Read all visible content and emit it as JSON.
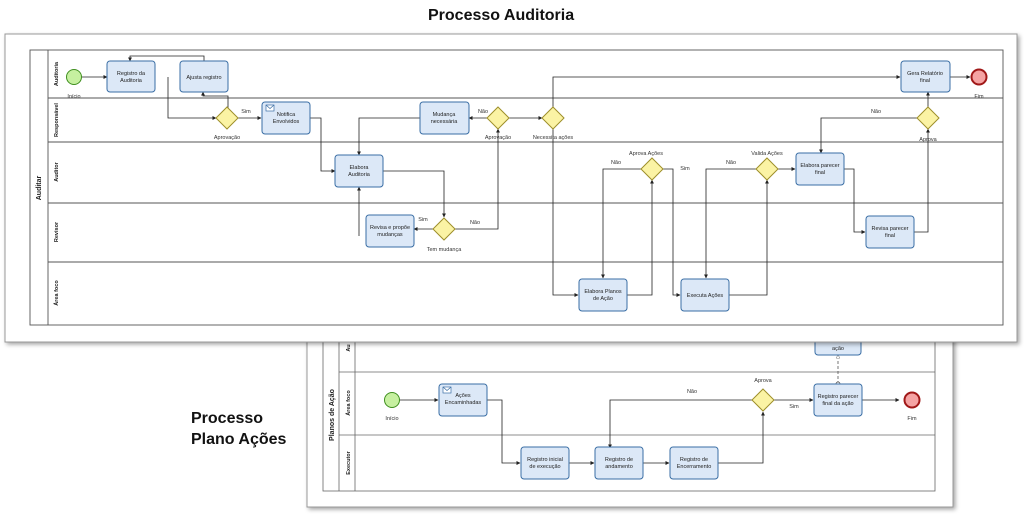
{
  "titles": {
    "audit": "Processo Auditoria",
    "plan_line1": "Processo",
    "plan_line2": "Plano Ações"
  },
  "audit_pool": {
    "name": "Auditar",
    "lanes": [
      "Auditoria",
      "Responsável",
      "Auditor",
      "Revisor",
      "Área foco"
    ],
    "tasks": {
      "registro_auditoria": [
        "Registro da",
        "Auditoria"
      ],
      "ajusta_registro": [
        "Ajusta registro"
      ],
      "notifica": [
        "Notifica",
        "Envolvidos"
      ],
      "mudanca": [
        "Mudança",
        "necessária"
      ],
      "elabora_auditoria": [
        "Elabora",
        "Auditoria"
      ],
      "revisa": [
        "Revisa e propõe",
        "mudanças"
      ],
      "elabora_planos": [
        "Elabora Planos",
        "de Ação"
      ],
      "executa": [
        "Executa Ações"
      ],
      "elabora_parecer": [
        "Elabora parecer",
        "final"
      ],
      "revisa_parecer": [
        "Revisa parecer",
        "final"
      ],
      "gera_relatorio": [
        "Gera Relatório",
        "final"
      ]
    },
    "labels": {
      "inicio": "Início",
      "fim": "Fim",
      "aprovacao1": "Aprovação",
      "aprovacao2": "Aprovação",
      "necessita": "Necessita ações",
      "tem_mudanca": "Tem mudança",
      "aprova_acoes": "Aprova Ações",
      "valida_acoes": "Valida Ações",
      "aprova": "Aprova",
      "sim_a": "Sim",
      "nao_a": "Não",
      "sim_b": "Sim",
      "nao_b": "Não",
      "nao_c": "Não",
      "sim_c": "Sim",
      "nao_d": "Não",
      "nao_e": "Não"
    }
  },
  "plan_pool": {
    "name": "Planos de Ação",
    "lanes": [
      "Au",
      "Área foco",
      "Executor"
    ],
    "tasks": {
      "acao_partial": [
        "ação"
      ],
      "acoes_encaminhadas": [
        "Ações",
        "Encaminhadas"
      ],
      "registro_parecer": [
        "Registro parecer",
        "final da ação"
      ],
      "registro_inicial": [
        "Registro inicial",
        "de execução"
      ],
      "registro_andamento": [
        "Registro de",
        "andamento"
      ],
      "registro_encerramento": [
        "Registro de",
        "Encerramento"
      ]
    },
    "labels": {
      "inicio": "Início",
      "fim": "Fim",
      "aprova": "Aprova",
      "nao": "Não",
      "sim": "Sim"
    }
  },
  "colors": {
    "task_fill": "#dce8f7",
    "task_stroke": "#3a6ea5",
    "gateway_fill": "#fbf3a4",
    "gateway_stroke": "#9e8f2a",
    "start_fill": "#c6f0a0",
    "start_stroke": "#3f8f1f",
    "end_fill": "#f5a3a3",
    "end_stroke": "#a01818"
  }
}
